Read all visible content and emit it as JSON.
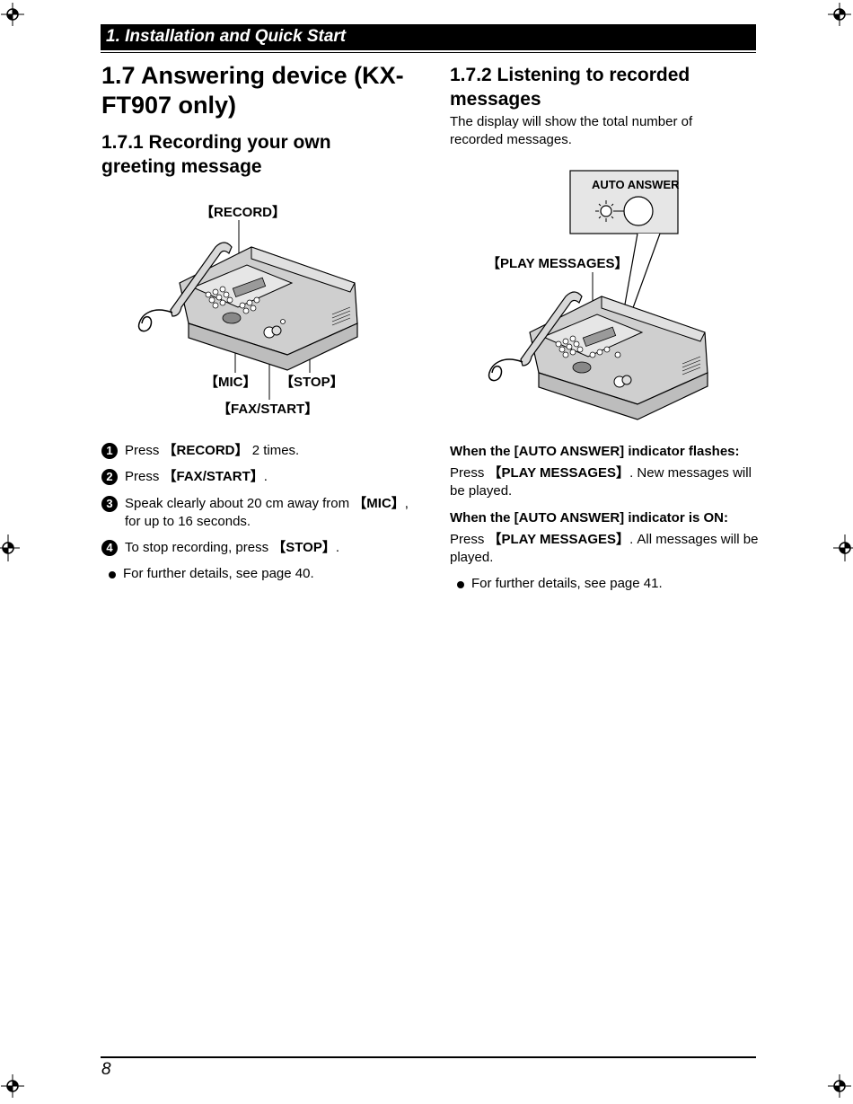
{
  "header": {
    "section": "1. Installation and Quick Start"
  },
  "left": {
    "title": "1.7 Answering device (KX-FT907 only)",
    "subtitle": "1.7.1 Recording your own greeting message",
    "figure_labels": {
      "record": "【RECORD】",
      "mic": "【MIC】",
      "stop": "【STOP】",
      "fax_start": "【FAX/START】"
    },
    "steps": [
      {
        "num": "1",
        "pre": "Press ",
        "key": "【RECORD】",
        "post": " 2 times."
      },
      {
        "num": "2",
        "pre": "Press ",
        "key": "【FAX/START】",
        "post": "."
      },
      {
        "num": "3",
        "pre": "Speak clearly about 20 cm away from ",
        "key": "【MIC】",
        "post": ", for up to 16 seconds."
      },
      {
        "num": "4",
        "pre": "To stop recording, press ",
        "key": "【STOP】",
        "post": "."
      }
    ],
    "note": "For further details, see page 40."
  },
  "right": {
    "subtitle": "1.7.2 Listening to recorded messages",
    "intro": "The display will show the total number of recorded messages.",
    "figure_labels": {
      "auto_answer": "AUTO ANSWER",
      "play_messages": "【PLAY MESSAGES】"
    },
    "flash_heading": "When the [AUTO ANSWER] indicator flashes:",
    "flash_pre": "Press ",
    "flash_key": "【PLAY MESSAGES】",
    "flash_post": ". New messages will be played.",
    "on_heading": "When the [AUTO ANSWER] indicator is ON:",
    "on_pre": "Press ",
    "on_key": "【PLAY MESSAGES】",
    "on_post": ". All messages will be played.",
    "note": "For further details, see page 41."
  },
  "footer": {
    "page_number": "8"
  }
}
